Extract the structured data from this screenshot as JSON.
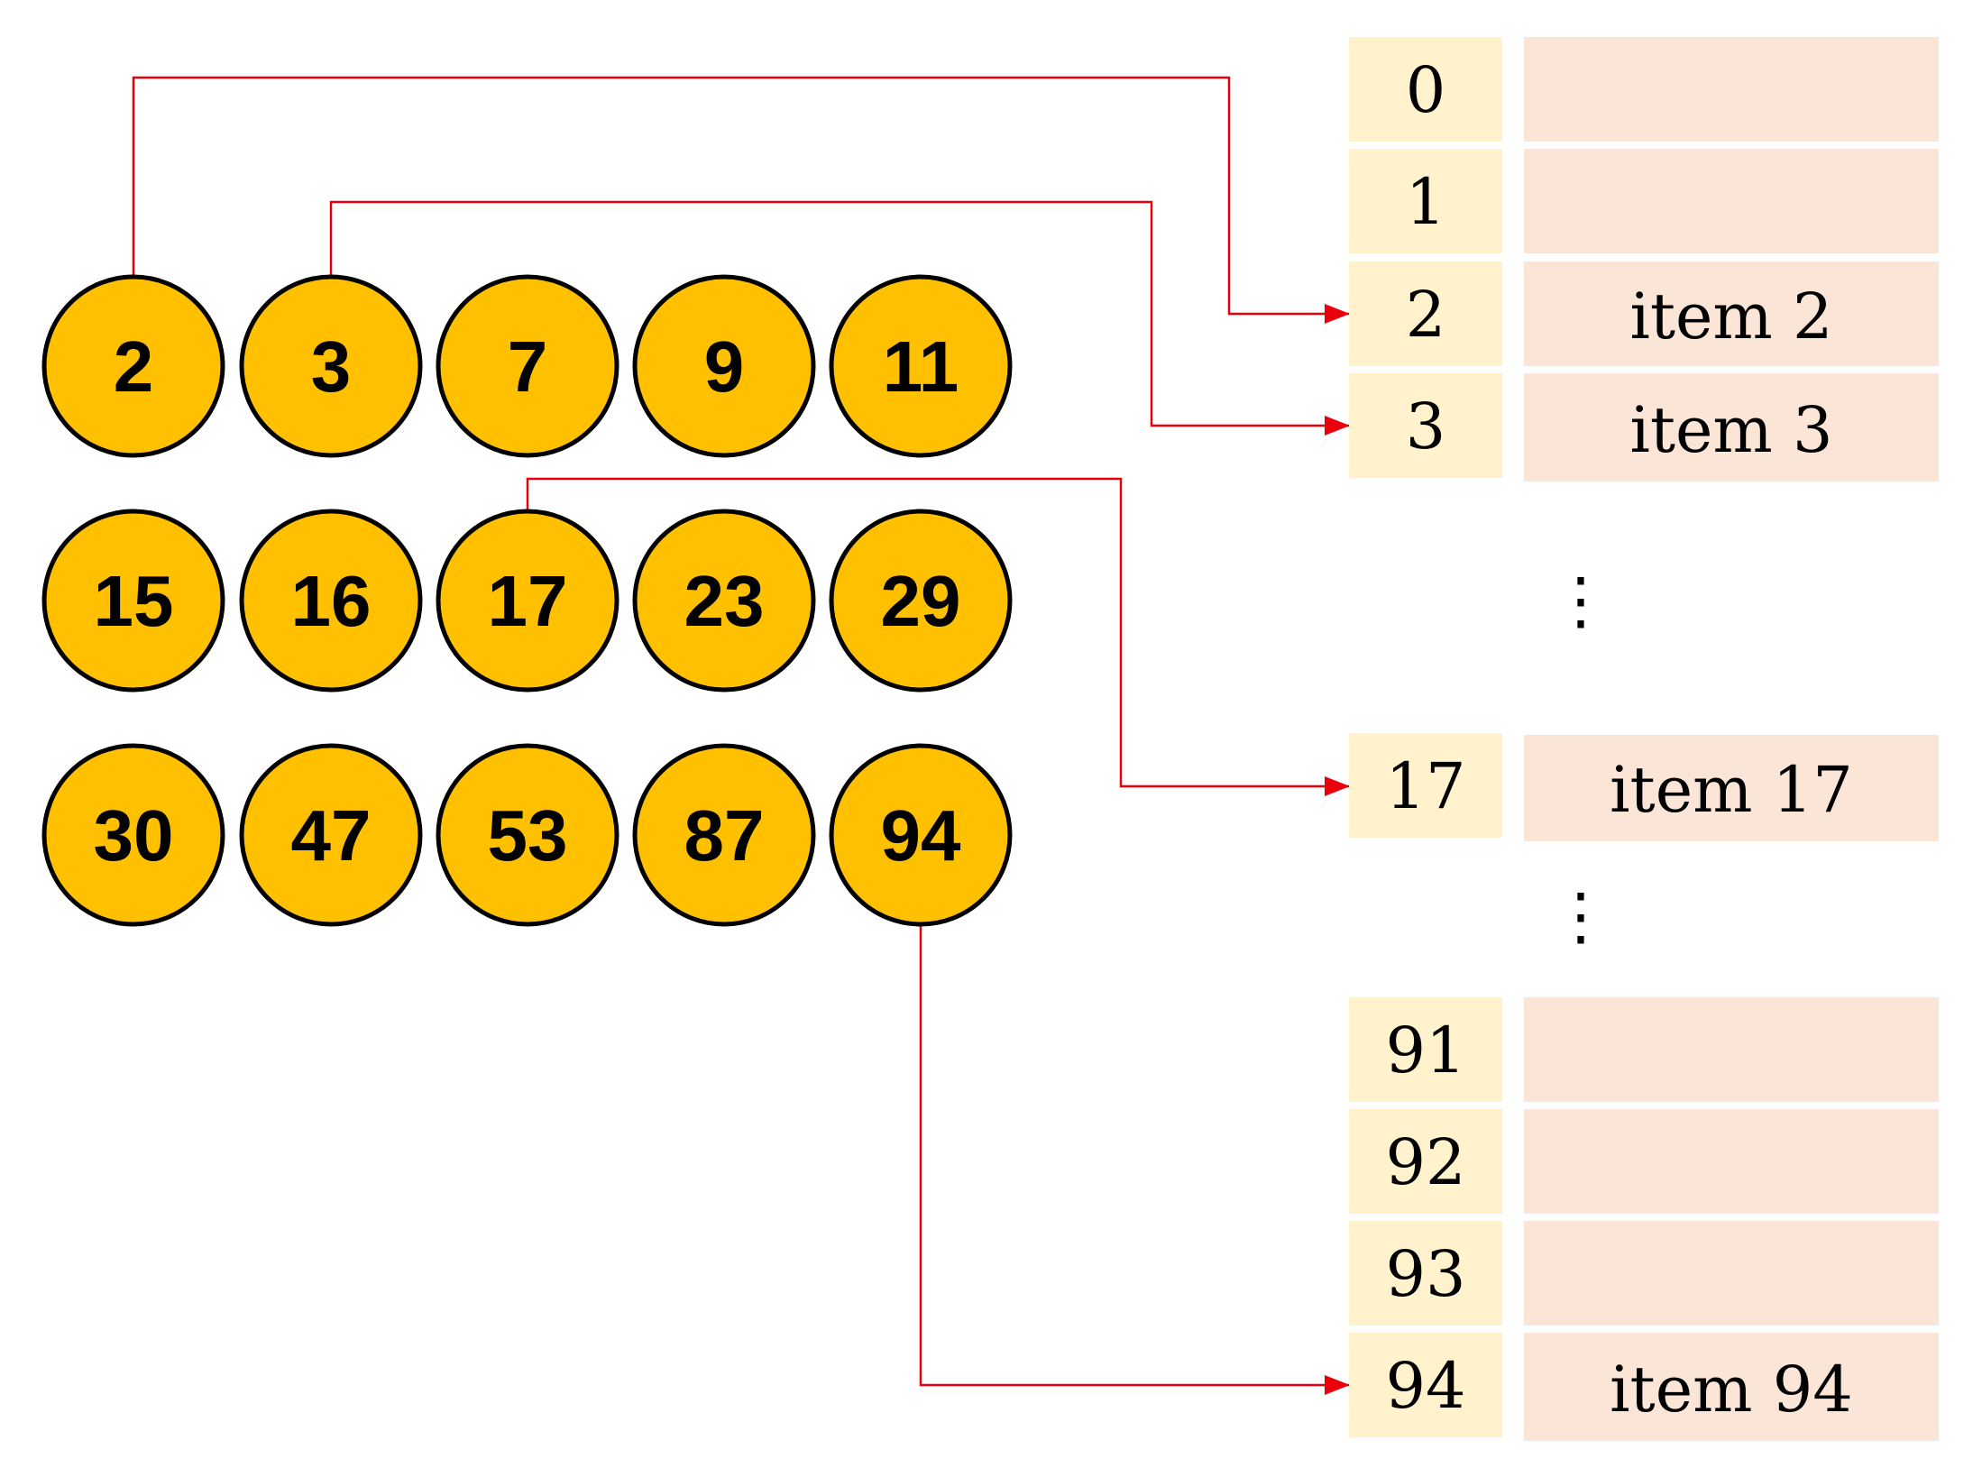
{
  "colors": {
    "ball_fill": "#FFC000",
    "ball_stroke": "#000000",
    "index_cell_fill": "#FFF2CC",
    "value_cell_fill": "#FBE5D6",
    "arrow_color": "#E8000B"
  },
  "balls": {
    "row_1": [
      "2",
      "3",
      "7",
      "9",
      "11"
    ],
    "row_2": [
      "15",
      "16",
      "17",
      "23",
      "29"
    ],
    "row_3": [
      "30",
      "47",
      "53",
      "87",
      "94"
    ]
  },
  "table": {
    "top_rows": [
      {
        "index": "0",
        "value": ""
      },
      {
        "index": "1",
        "value": ""
      },
      {
        "index": "2",
        "value": "item 2"
      },
      {
        "index": "3",
        "value": "item 3"
      }
    ],
    "middle_row": {
      "index": "17",
      "value": "item 17"
    },
    "bottom_rows": [
      {
        "index": "91",
        "value": ""
      },
      {
        "index": "92",
        "value": ""
      },
      {
        "index": "93",
        "value": ""
      },
      {
        "index": "94",
        "value": "item 94"
      }
    ],
    "ellipsis": "⋮"
  },
  "arrows": [
    {
      "from_key": "2",
      "to_index": "2"
    },
    {
      "from_key": "3",
      "to_index": "3"
    },
    {
      "from_key": "17",
      "to_index": "17"
    },
    {
      "from_key": "94",
      "to_index": "94"
    }
  ]
}
